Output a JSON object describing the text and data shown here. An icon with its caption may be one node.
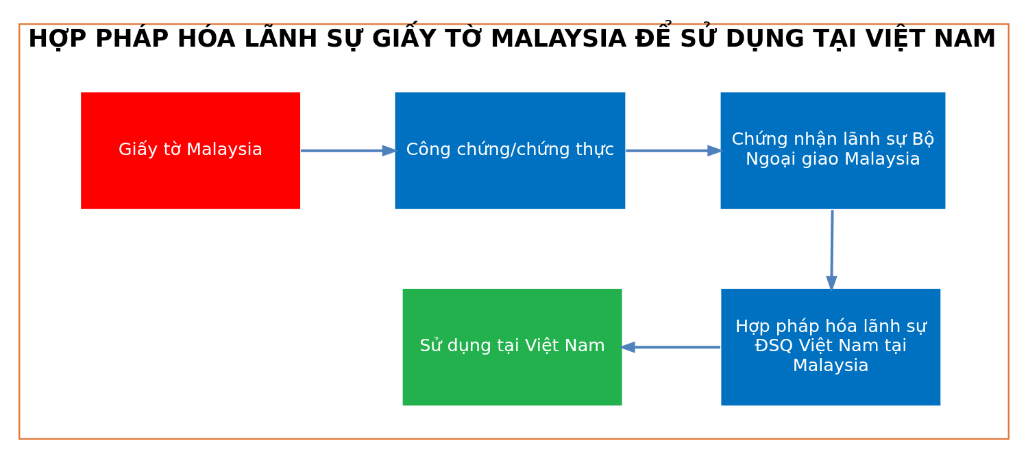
{
  "diagram": {
    "nodes": [
      {
        "text": [
          "HỢP PHÁP HÓA LÃNH SỰ GIẤY TỜ MALAYSIA ĐỂ SỬ DỤNG TẠI VIỆT NAM"
        ]
      },
      {
        "text": [
          "Giấy tờ Malaysia"
        ],
        "in": 0
      },
      {
        "text": [
          "Công chứng/chứng thực"
        ],
        "in": 0
      },
      {
        "text": [
          "Chứng nhận lãnh sự Bộ Ngoại giao Malaysia"
        ],
        "in": 0
      },
      {
        "text": [
          "Hợp pháp hóa lãnh sự ĐSQ Việt Nam tại Malaysia"
        ],
        "in": 0
      },
      {
        "text": [
          "Sử dụng tại Việt Nam"
        ],
        "in": 0
      }
    ],
    "edges": [
      {
        "from": 1,
        "to": 2,
        "arrow": "to"
      },
      {
        "from": 2,
        "to": 3,
        "arrow": "to"
      },
      {
        "from": 3,
        "to": 4,
        "arrow": "to"
      },
      {
        "from": 4,
        "to": 5,
        "arrow": "to"
      }
    ]
  }
}
